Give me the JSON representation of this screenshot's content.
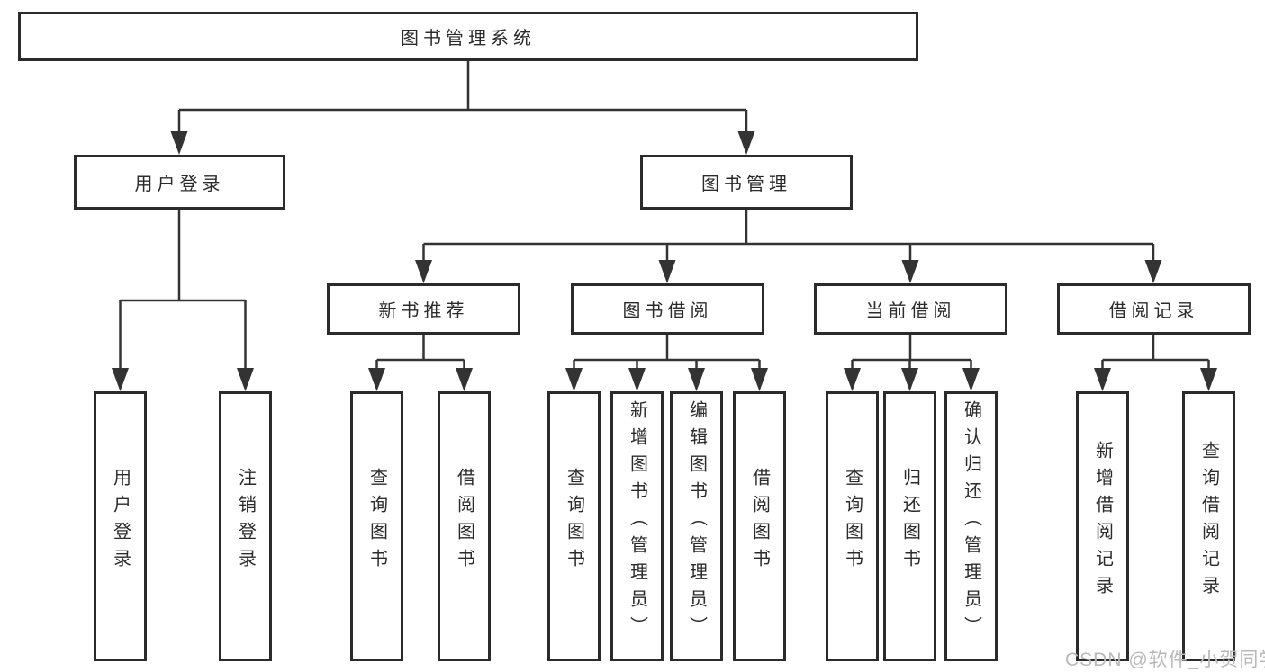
{
  "diagram": {
    "root": {
      "label": "图书管理系统"
    },
    "level2": [
      {
        "label": "用户登录"
      },
      {
        "label": "图书管理"
      }
    ],
    "level3": [
      {
        "label": "新书推荐",
        "parent": "图书管理"
      },
      {
        "label": "图书借阅",
        "parent": "图书管理"
      },
      {
        "label": "当前借阅",
        "parent": "图书管理"
      },
      {
        "label": "借阅记录",
        "parent": "图书管理"
      }
    ],
    "leaves": [
      {
        "label": "用户登录",
        "parent": "用户登录"
      },
      {
        "label": "注销登录",
        "parent": "用户登录"
      },
      {
        "label": "查询图书",
        "parent": "新书推荐"
      },
      {
        "label": "借阅图书",
        "parent": "新书推荐"
      },
      {
        "label": "查询图书",
        "parent": "图书借阅"
      },
      {
        "label": "新增图书（管理员）",
        "parent": "图书借阅"
      },
      {
        "label": "编辑图书（管理员）",
        "parent": "图书借阅"
      },
      {
        "label": "借阅图书",
        "parent": "图书借阅"
      },
      {
        "label": "查询图书",
        "parent": "当前借阅"
      },
      {
        "label": "归还图书",
        "parent": "当前借阅"
      },
      {
        "label": "确认归还（管理员）",
        "parent": "当前借阅"
      },
      {
        "label": "新增借阅记录",
        "parent": "借阅记录"
      },
      {
        "label": "查询借阅记录",
        "parent": "借阅记录"
      }
    ]
  },
  "watermark": {
    "text": "CSDN @软件_小贺同学"
  },
  "colors": {
    "line": "#333333",
    "box_border": "#2b2b2b",
    "text": "#2b2b2b",
    "watermark": "#b9b9b9",
    "background": "#ffffff"
  }
}
